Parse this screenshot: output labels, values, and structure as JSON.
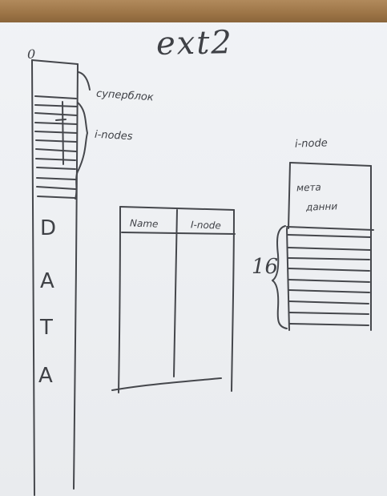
{
  "board": {
    "title": "ext2",
    "offset_label": "0",
    "disk": {
      "superblock_label": "суперблок",
      "inodes_label": "i-nodes",
      "data_letters": [
        "D",
        "A",
        "T",
        "A"
      ]
    },
    "directory_table": {
      "columns": [
        "Name",
        "I-node"
      ]
    },
    "inode": {
      "title": "i-node",
      "meta_line1": "мета",
      "meta_line2": "данни",
      "block_count_label": "16"
    }
  }
}
